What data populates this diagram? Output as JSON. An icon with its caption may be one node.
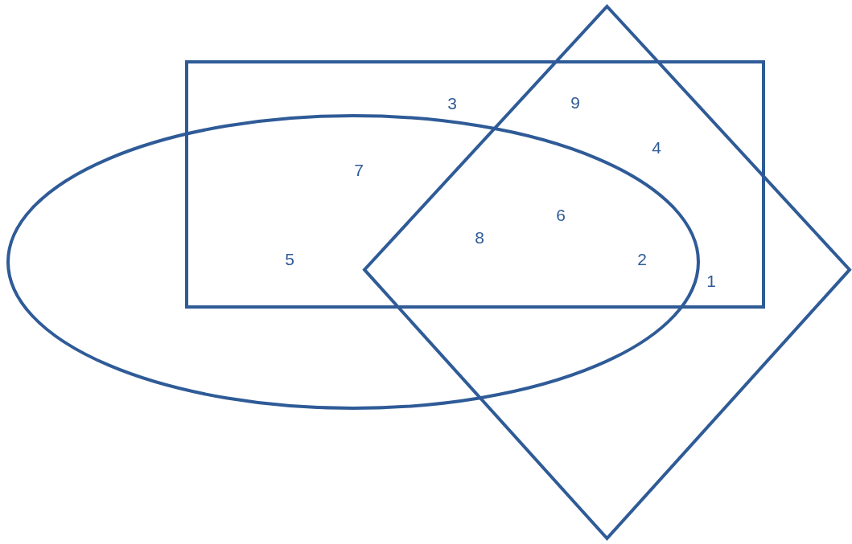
{
  "diagram": {
    "nodes": [
      {
        "text": [],
        "shape": "ellipse"
      },
      {
        "text": [],
        "shape": "box"
      },
      {
        "text": [],
        "shape": "diamond"
      }
    ],
    "labels": [
      "3",
      "9",
      "4",
      "7",
      "6",
      "8",
      "5",
      "2",
      "1"
    ]
  }
}
